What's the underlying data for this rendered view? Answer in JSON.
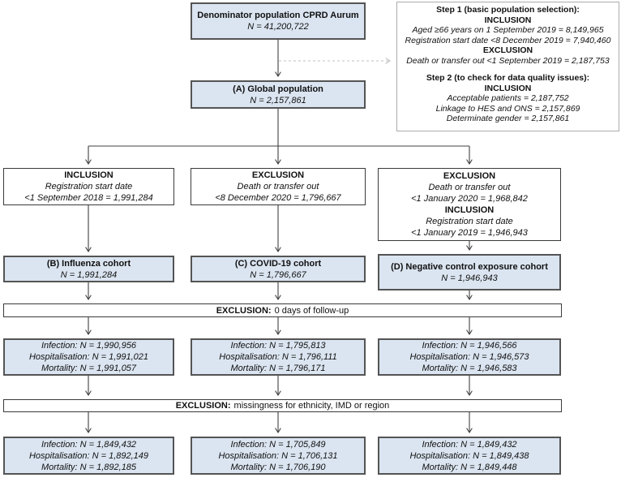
{
  "colors": {
    "box_fill": "#dbe5f1",
    "blue_box_border": "#545454",
    "white_box_border": "#3a3a3a",
    "side_box_border": "#ababab",
    "arrow": "#404040",
    "dashed_arrow": "#c0c0c0"
  },
  "top": {
    "title": "Denominator population CPRD Aurum",
    "n": "N = 41,200,722"
  },
  "sidebox": {
    "step1_title": "Step 1 (basic population selection):",
    "step1_inclusion": "INCLUSION",
    "step1_inc_line1": "Aged ≥66 years on 1 September 2019 = 8,149,965",
    "step1_inc_line2": "Registration start date <8 December 2019 = 7,940,460",
    "step1_exclusion": "EXCLUSION",
    "step1_exc_line1": "Death or transfer out <1 September 2019 = 2,187,753",
    "step2_title": "Step 2 (to check for data quality issues):",
    "step2_inclusion": "INCLUSION",
    "step2_line1": "Acceptable patients = 2,187,752",
    "step2_line2": "Linkage to HES and ONS = 2,157,869",
    "step2_line3": "Determinate gender = 2,157,861"
  },
  "global": {
    "title": "(A) Global population",
    "n": "N = 2,157,861"
  },
  "criteria": {
    "left": {
      "label": "INCLUSION",
      "line1": "Registration start date",
      "line2": "<1 September 2018 = 1,991,284"
    },
    "center": {
      "label": "EXCLUSION",
      "line1": "Death or transfer out",
      "line2": "<8 December 2020 = 1,796,667"
    },
    "right": {
      "label1": "EXCLUSION",
      "line1": "Death or transfer out",
      "line2": "<1 January 2020 = 1,968,842",
      "label2": "INCLUSION",
      "line3": "Registration start date",
      "line4": "<1 January 2019 = 1,946,943"
    }
  },
  "cohorts": {
    "b": {
      "title": "(B) Influenza cohort",
      "n": "N = 1,991,284"
    },
    "c": {
      "title": "(C) COVID-19 cohort",
      "n": "N = 1,796,667"
    },
    "d": {
      "title": "(D) Negative control exposure cohort",
      "n": "N = 1,946,943"
    }
  },
  "bar1": {
    "label": "EXCLUSION:",
    "text": "0 days of follow-up"
  },
  "bar2": {
    "label": "EXCLUSION:",
    "text": "missingness for ethnicity, IMD or region"
  },
  "outcomes_round1": {
    "left": [
      "Infection: N = 1,990,956",
      "Hospitalisation: N = 1,991,021",
      "Mortality: N = 1,991,057"
    ],
    "center": [
      "Infection: N = 1,795,813",
      "Hospitalisation: N = 1,796,111",
      "Mortality: N = 1,796,171"
    ],
    "right": [
      "Infection: N = 1,946,566",
      "Hospitalisation: N = 1,946,573",
      "Mortality: N = 1,946,583"
    ]
  },
  "outcomes_round2": {
    "left": [
      "Infection: N = 1,849,432",
      "Hospitalisation: N = 1,892,149",
      "Mortality: N = 1,892,185"
    ],
    "center": [
      "Infection: N = 1,705,849",
      "Hospitalisation: N = 1,706,131",
      "Mortality: N = 1,706,190"
    ],
    "right": [
      "Infection: N = 1,849,432",
      "Hospitalisation: N = 1,849,438",
      "Mortality: N = 1,849,448"
    ]
  }
}
